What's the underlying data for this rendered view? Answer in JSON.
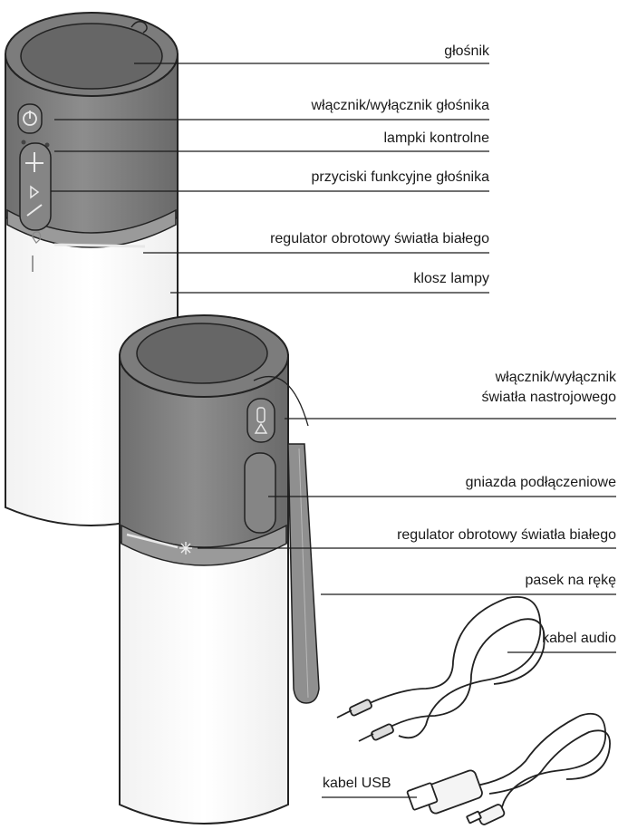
{
  "labels": {
    "speaker": "głośnik",
    "speaker_power": "włącznik/wyłącznik głośnika",
    "indicator_lights": "lampki kontrolne",
    "function_buttons": "przyciski funkcyjne głośnika",
    "white_light_dial_1": "regulator obrotowy światła białego",
    "lamp_shade": "klosz lampy",
    "mood_light_power_line1": "włącznik/wyłącznik",
    "mood_light_power_line2": "światła nastrojowego",
    "ports": "gniazda podłączeniowe",
    "white_light_dial_2": "regulator obrotowy światła białego",
    "wrist_strap": "pasek na rękę",
    "audio_cable": "kabel audio",
    "usb_cable": "kabel USB"
  },
  "colors": {
    "body_gray": "#8a8a8a",
    "body_dark": "#5e5e5e",
    "top_ring": "#777777",
    "line": "#1a1a1a"
  }
}
